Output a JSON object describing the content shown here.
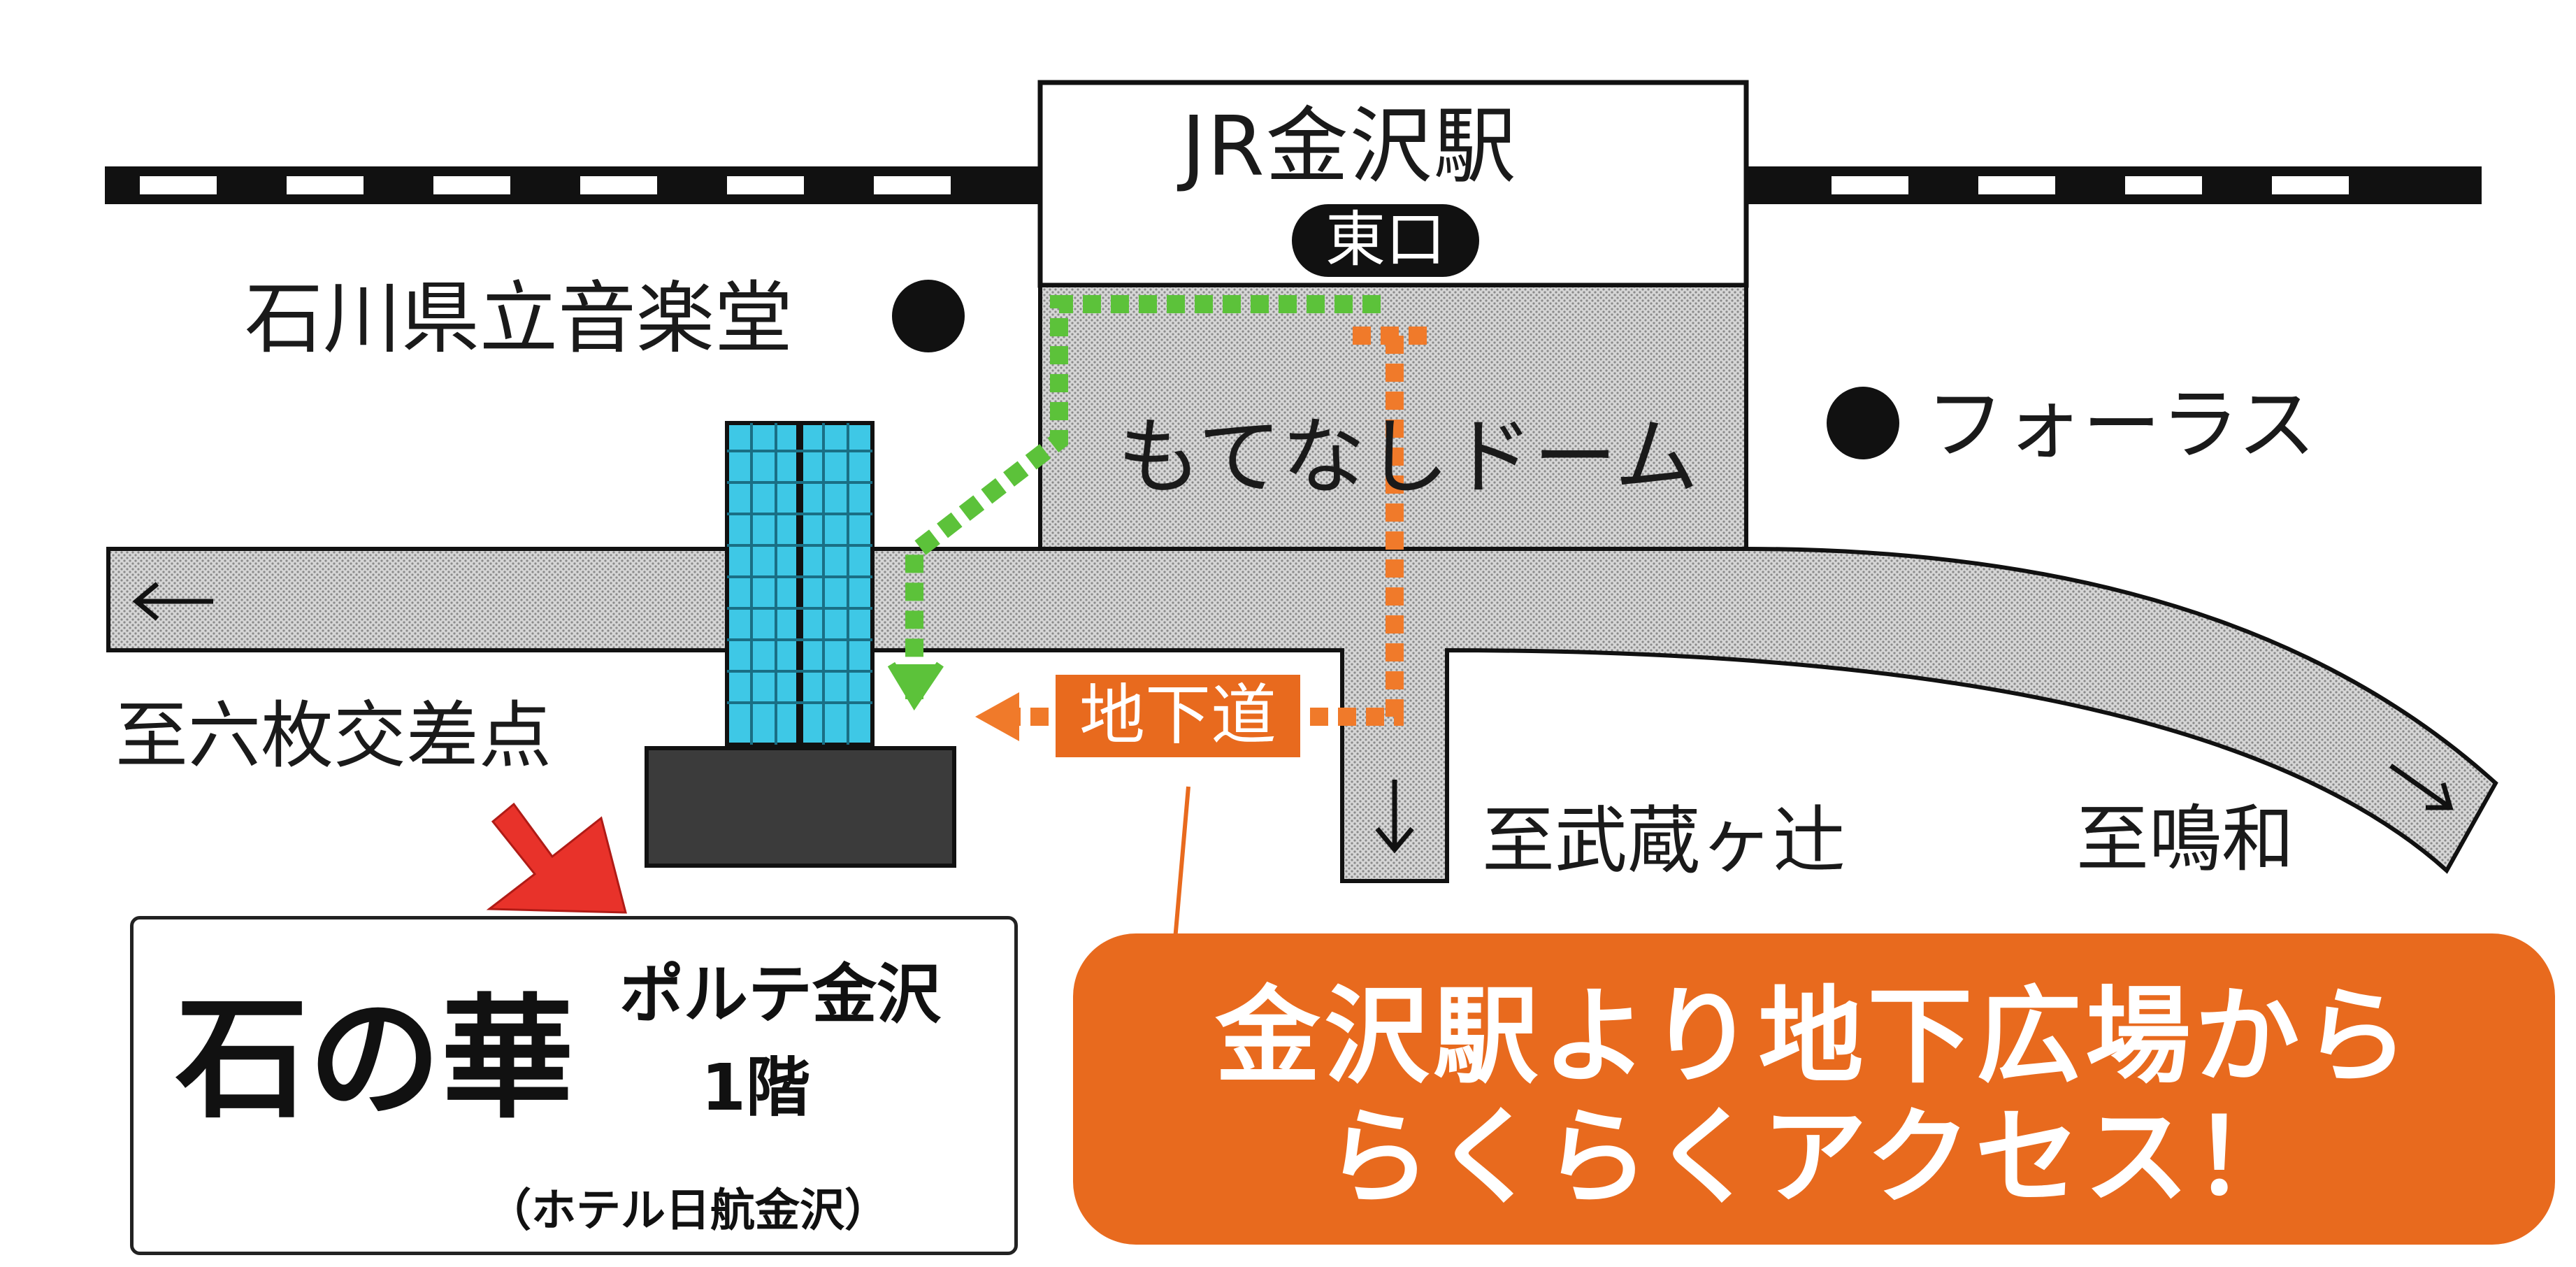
{
  "station": {
    "name": "JR金沢駅",
    "exit": "東口"
  },
  "landmarks": {
    "concert_hall": "石川県立音楽堂",
    "forus": "フォーラス",
    "dome": "もてなしドーム",
    "underpass": "地下道"
  },
  "destinations": {
    "rokumaitsuji": "至六枚交差点",
    "musashigatsuji": "至武蔵ヶ辻",
    "naruwa": "至鳴和"
  },
  "shop": {
    "name": "石の華",
    "building": "ポルテ金沢",
    "floor": "1階",
    "hotel": "（ホテル日航金沢）"
  },
  "banner": {
    "line1": "金沢駅より地下広場から",
    "line2": "らくらくアクセス！"
  },
  "colors": {
    "route_green": "#5cc23a",
    "route_orange": "#f07a2a",
    "banner_orange": "#e86a1e",
    "building_cyan": "#3ec8e6",
    "pointer_red": "#e8322a",
    "road_gray": "#c9c9c9"
  }
}
